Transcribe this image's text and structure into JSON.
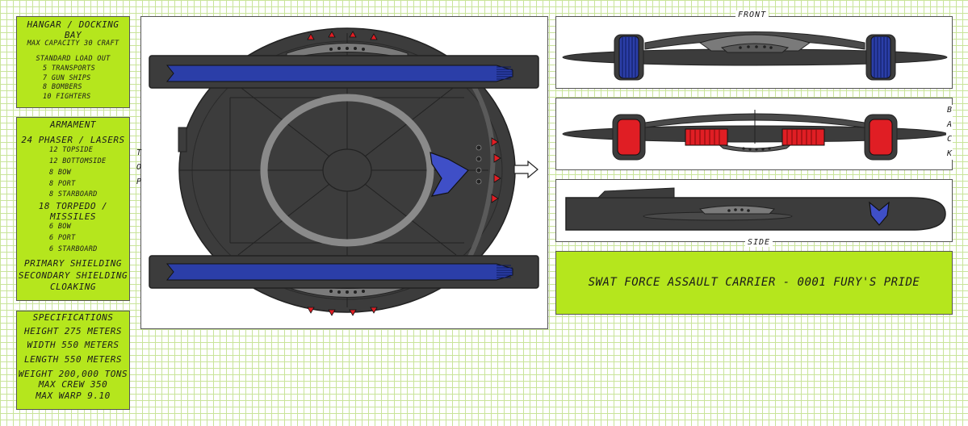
{
  "hangar": {
    "title": "HANGAR / DOCKING BAY",
    "capacity": "MAX CAPACITY 30 CRAFT",
    "loadout_title": "STANDARD LOAD OUT",
    "items": [
      "5 TRANSPORTS",
      "7 GUN SHIPS",
      "8 BOMBERS",
      "10 FIGHTERS"
    ]
  },
  "armament": {
    "title": "ARMAMENT",
    "phaser_title": "24 PHASER / LASERS",
    "phaser_items": [
      "12 TOPSIDE",
      "12 BOTTOMSIDE",
      "8 BOW",
      "8 PORT",
      "8 STARBOARD"
    ],
    "torpedo_title": "18 TORPEDO / MISSILES",
    "torpedo_items": [
      "6 BOW",
      "6 PORT",
      "6 STARBOARD"
    ],
    "shielding": [
      "PRIMARY SHIELDING",
      "SECONDARY SHIELDING",
      "CLOAKING"
    ]
  },
  "specs": {
    "title": "SPECIFICATIONS",
    "items": [
      "HEIGHT 275 METERS",
      "WIDTH 550 METERS",
      "LENGTH 550 METERS",
      "WEIGHT 200,000 TONS",
      "MAX CREW 350",
      "MAX WARP 9.10"
    ]
  },
  "views": {
    "top_letters": [
      "T",
      "O",
      "P"
    ],
    "front": "FRONT",
    "back_letters": [
      "B",
      "A",
      "C",
      "K"
    ],
    "side": "SIDE"
  },
  "ship_title": "SWAT FORCE ASSAULT CARRIER - 0001 FURY'S PRIDE",
  "colors": {
    "panel": "#b5e61d",
    "hull": "#3c3c3c",
    "nacelle_blue": "#2b3ea8",
    "accent_red": "#e01e24",
    "emblem": "#3f4fc7"
  }
}
